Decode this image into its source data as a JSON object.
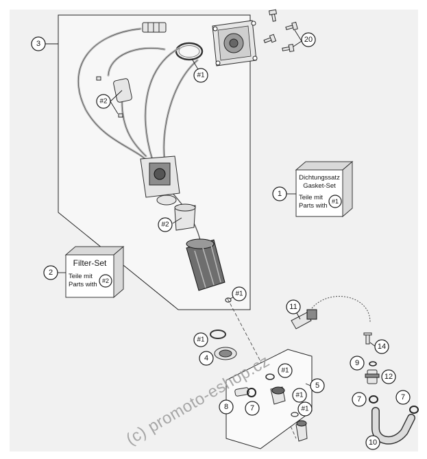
{
  "diagram": {
    "callouts": {
      "c1": "1",
      "c2": "2",
      "c3": "3",
      "c4": "4",
      "c5": "5",
      "c7a": "7",
      "c7b": "7",
      "c7c": "7",
      "c8": "8",
      "c9": "9",
      "c10": "10",
      "c11": "11",
      "c12": "12",
      "c14": "14",
      "c20": "20",
      "h1a": "#1",
      "h1b": "#1",
      "h1c": "#1",
      "h1d": "#1",
      "h1e": "#1",
      "h2a": "#2",
      "h2b": "#2"
    },
    "gasket_box": {
      "title_de": "Dichtungssatz",
      "title_en": "Gasket-Set",
      "parts_de": "Teile mit",
      "parts_en": "Parts with",
      "ref": "#1"
    },
    "filter_box": {
      "title": "Filter-Set",
      "parts_de": "Teile mit",
      "parts_en": "Parts with",
      "ref": "#2"
    },
    "watermark": "(c) promoto-eshop.cz"
  },
  "colors": {
    "background": "#ffffff",
    "panel": "#f1f1f1",
    "line": "#1a1a1a",
    "hose": "#b8b8b8",
    "watermark": "#999999"
  }
}
